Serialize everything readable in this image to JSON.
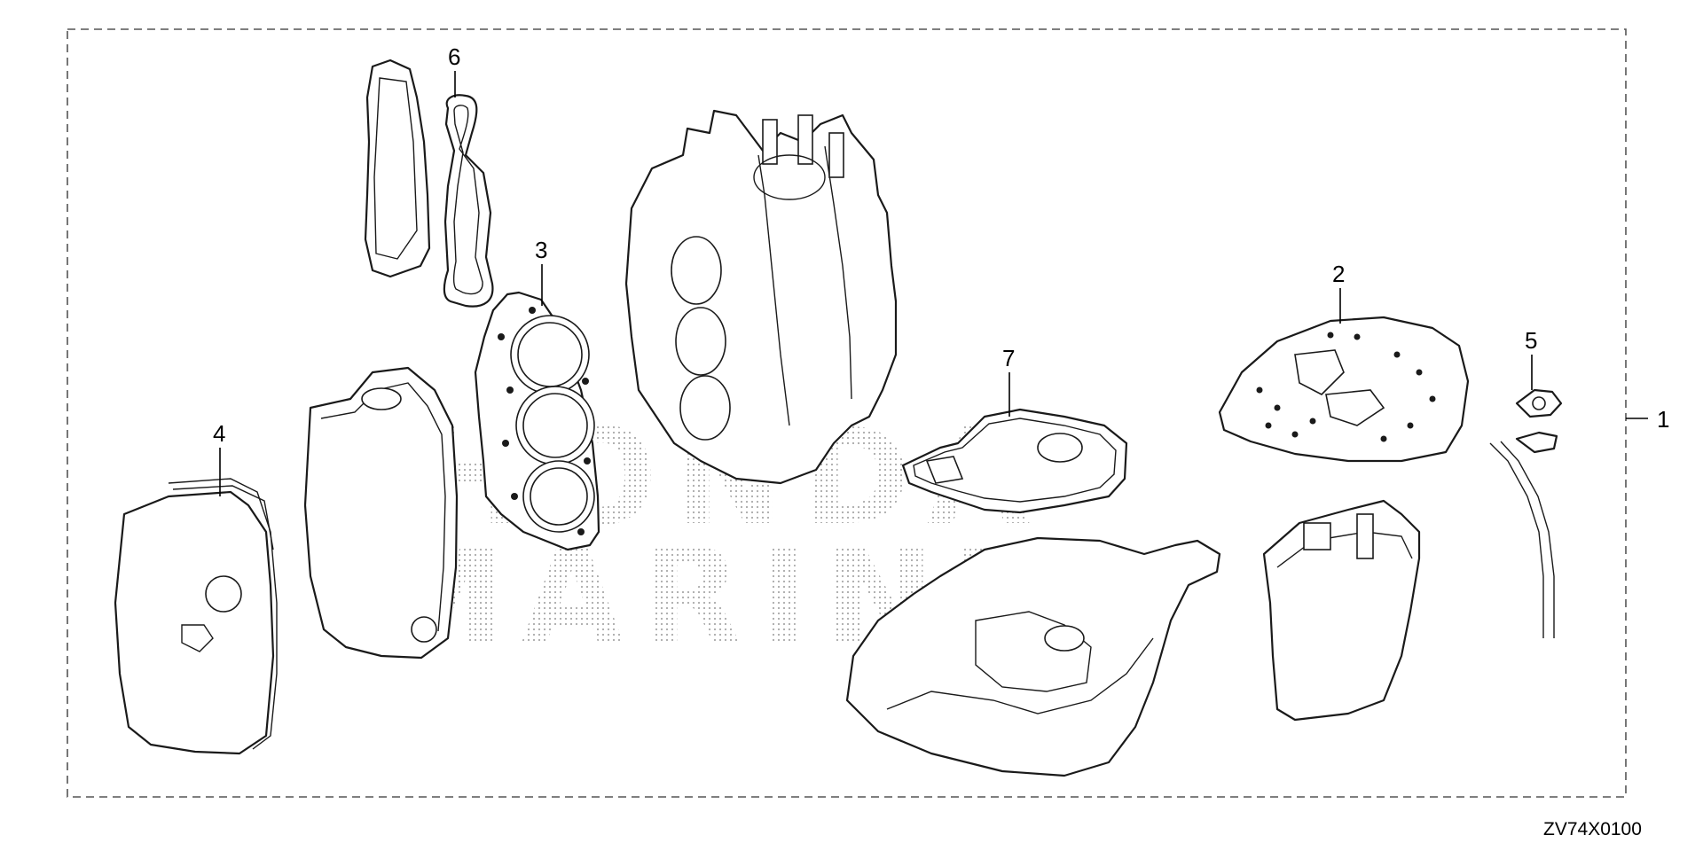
{
  "diagram": {
    "drawing_code": "ZV74X0100",
    "watermark": {
      "line1": "HONDA",
      "line2": "MARINE"
    },
    "callouts": [
      {
        "id": "1",
        "label": "1"
      },
      {
        "id": "2",
        "label": "2"
      },
      {
        "id": "3",
        "label": "3"
      },
      {
        "id": "4",
        "label": "4"
      },
      {
        "id": "5",
        "label": "5"
      },
      {
        "id": "6",
        "label": "6"
      },
      {
        "id": "7",
        "label": "7"
      }
    ]
  }
}
